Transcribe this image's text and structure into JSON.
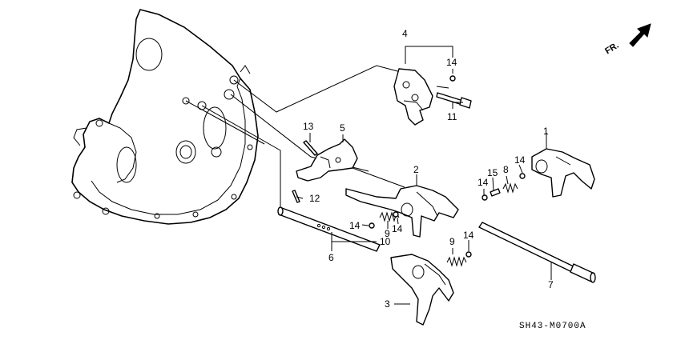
{
  "direction_label": "FR.",
  "diagram_code": "SH43-M0700A",
  "callouts": [
    "1",
    "2",
    "3",
    "4",
    "5",
    "6",
    "7",
    "8",
    "9",
    "9",
    "10",
    "11",
    "12",
    "13",
    "14",
    "14",
    "14",
    "14",
    "14",
    "14",
    "15"
  ]
}
